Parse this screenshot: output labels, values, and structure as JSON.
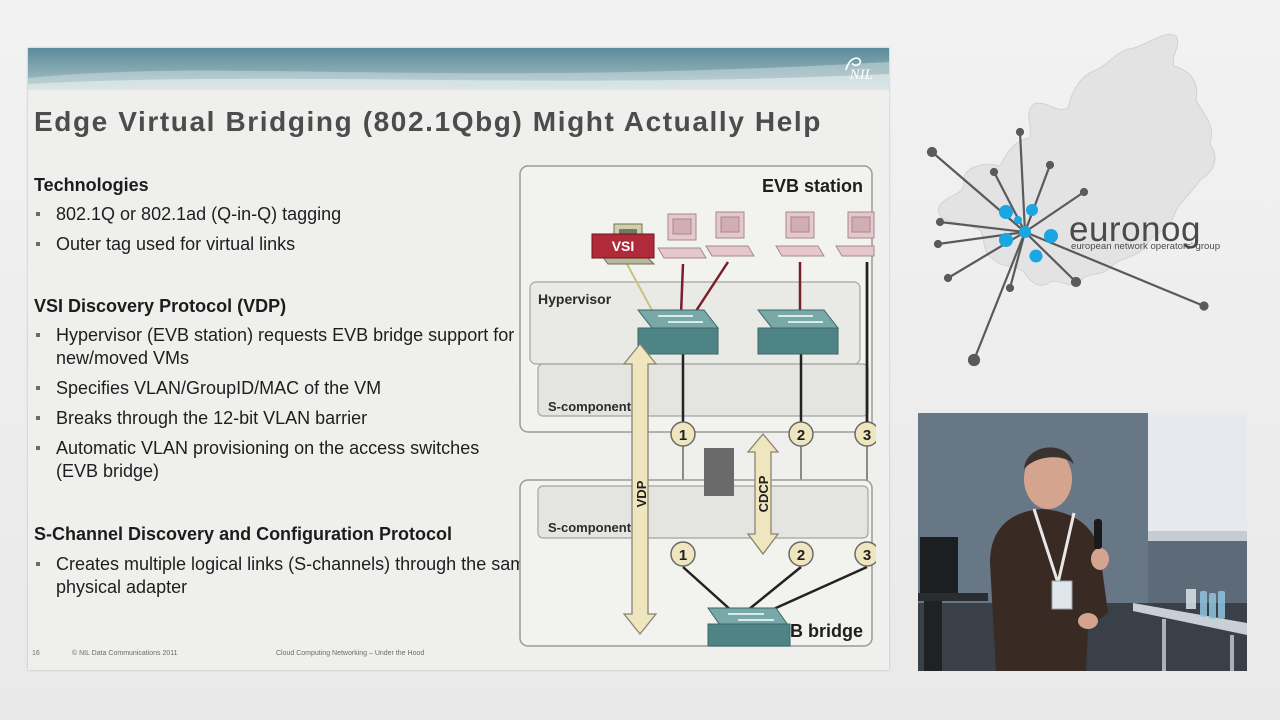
{
  "slide": {
    "title": "Edge Virtual Bridging (802.1Qbg) Might Actually Help",
    "logo_text": "NIL",
    "sections": [
      {
        "heading": "Technologies",
        "bullets": [
          "802.1Q or 802.1ad (Q-in-Q) tagging",
          "Outer tag used for virtual links"
        ]
      },
      {
        "heading": "VSI Discovery Protocol (VDP)",
        "bullets": [
          "Hypervisor (EVB station) requests EVB bridge support for new/moved VMs",
          "Specifies VLAN/GroupID/MAC of the VM",
          "Breaks through the 12-bit VLAN barrier",
          "Automatic VLAN provisioning on the access switches (EVB bridge)"
        ]
      },
      {
        "heading": "S-Channel Discovery and Configuration Protocol",
        "bullets": [
          "Creates multiple logical links (S-channels) through the same physical adapter"
        ]
      }
    ],
    "footer": {
      "page_number": "16",
      "copyright": "© NIL Data Communications 2011",
      "deck_title": "Cloud Computing Networking – Under the Hood"
    }
  },
  "diagram": {
    "evb_station_label": "EVB station",
    "evb_bridge_label": "EVB bridge",
    "hypervisor_label": "Hypervisor",
    "vsi_label": "VSI",
    "s_component_top_label": "S-component",
    "s_component_bottom_label": "S-component",
    "vdp_label": "VDP",
    "cdcp_label": "CDCP",
    "top_channels": [
      "1",
      "2",
      "3"
    ],
    "bottom_channels": [
      "1",
      "2",
      "3"
    ],
    "colors": {
      "vsi_red": "#b02a3a",
      "vm_link": "#7a1e2a",
      "switch": "#4f8486"
    }
  },
  "branding": {
    "name": "euronog",
    "tagline": "european network operators' group",
    "colors": {
      "node_blue": "#1aa6e0",
      "text_gray": "#4a4a4a"
    }
  }
}
